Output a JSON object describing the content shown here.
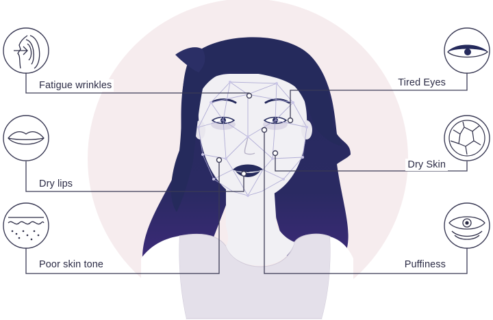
{
  "labels": {
    "fatigue_wrinkles": "Fatigue wrinkles",
    "dry_lips": "Dry lips",
    "poor_skin_tone": "Poor skin tone",
    "tired_eyes": "Tired Eyes",
    "dry_skin": "Dry Skin",
    "puffiness": "Puffiness"
  },
  "icons": {
    "fatigue_wrinkles": "face-profile-arrow-icon",
    "dry_lips": "lips-icon",
    "poor_skin_tone": "skin-layer-icon",
    "tired_eyes": "tired-eye-icon",
    "dry_skin": "cracked-skin-icon",
    "puffiness": "puffy-eye-icon"
  },
  "colors": {
    "navy": "#252a5c",
    "line": "#3a3a55",
    "bg_circle": "#f6ecee",
    "skin": "#f1f0f4",
    "top": "#e4e0ea"
  }
}
